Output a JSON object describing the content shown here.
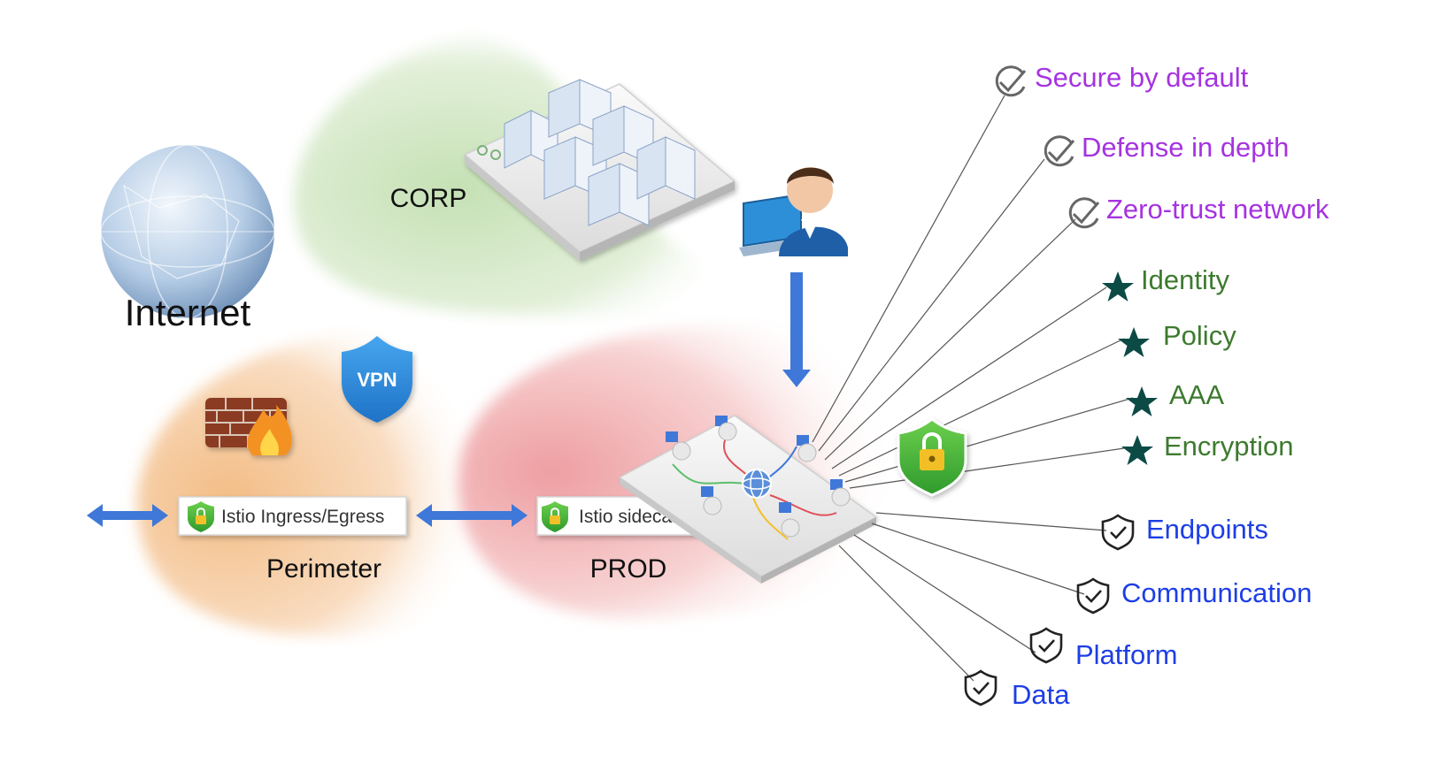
{
  "colors": {
    "purple": "#a533e0",
    "green": "#3d7a2e",
    "blue": "#1d3ee6",
    "arrow": "#3f78d8",
    "star": "#0c4a46",
    "corp_zone": "#cfe6c2",
    "perimeter_zone": "#f5c89a",
    "prod_zone": "#f3b8b8"
  },
  "internet": {
    "label": "Internet"
  },
  "zones": {
    "corp": {
      "label": "CORP"
    },
    "perimeter": {
      "label": "Perimeter"
    },
    "prod": {
      "label": "PROD"
    }
  },
  "vpn": {
    "label": "VPN"
  },
  "istio": {
    "ingress_egress": "Istio Ingress/Egress",
    "sidecar": "Istio sidecar"
  },
  "principles": [
    {
      "label": "Secure by default",
      "icon": "check-circle-icon"
    },
    {
      "label": "Defense in depth",
      "icon": "check-circle-icon"
    },
    {
      "label": "Zero-trust network",
      "icon": "check-circle-icon"
    }
  ],
  "capabilities": [
    {
      "label": "Identity",
      "icon": "star-icon"
    },
    {
      "label": "Policy",
      "icon": "star-icon"
    },
    {
      "label": "AAA",
      "icon": "star-icon"
    },
    {
      "label": "Encryption",
      "icon": "star-icon"
    }
  ],
  "protections": [
    {
      "label": "Endpoints",
      "icon": "shield-check-icon"
    },
    {
      "label": "Communication",
      "icon": "shield-check-icon"
    },
    {
      "label": "Platform",
      "icon": "shield-check-icon"
    },
    {
      "label": "Data",
      "icon": "shield-check-icon"
    }
  ]
}
